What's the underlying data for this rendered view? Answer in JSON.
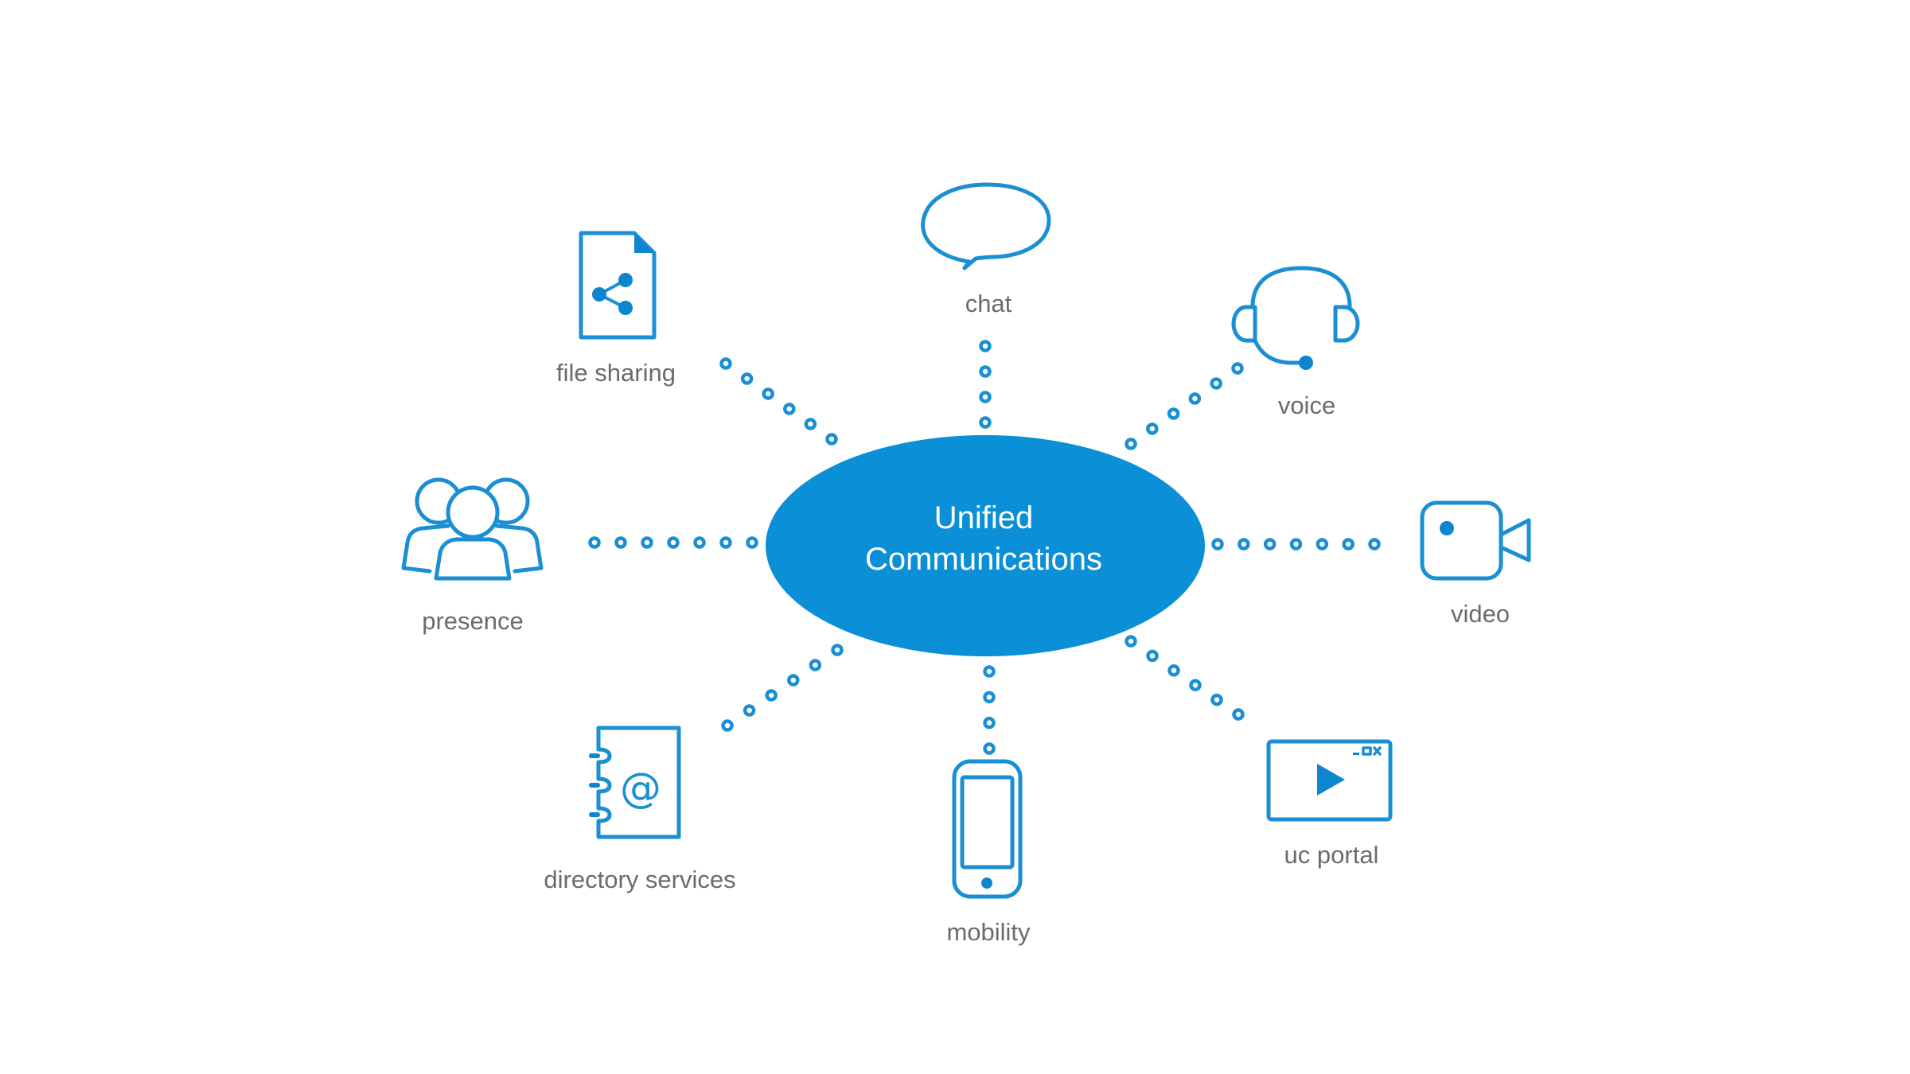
{
  "diagram": {
    "hub": {
      "line1": "Unified",
      "line2": "Communications",
      "color": "#0b8fd6"
    },
    "accent_color": "#1a8fd4",
    "label_color": "#6b6b6b",
    "nodes": [
      {
        "id": "chat",
        "label": "chat",
        "icon": "speech-bubble-icon"
      },
      {
        "id": "voice",
        "label": "voice",
        "icon": "headset-icon"
      },
      {
        "id": "video",
        "label": "video",
        "icon": "video-camera-icon"
      },
      {
        "id": "uc-portal",
        "label": "uc portal",
        "icon": "video-player-window-icon"
      },
      {
        "id": "mobility",
        "label": "mobility",
        "icon": "smartphone-icon"
      },
      {
        "id": "directory-services",
        "label": "directory services",
        "icon": "address-book-icon"
      },
      {
        "id": "presence",
        "label": "presence",
        "icon": "people-group-icon"
      },
      {
        "id": "file-sharing",
        "label": "file sharing",
        "icon": "shared-file-icon"
      }
    ]
  }
}
